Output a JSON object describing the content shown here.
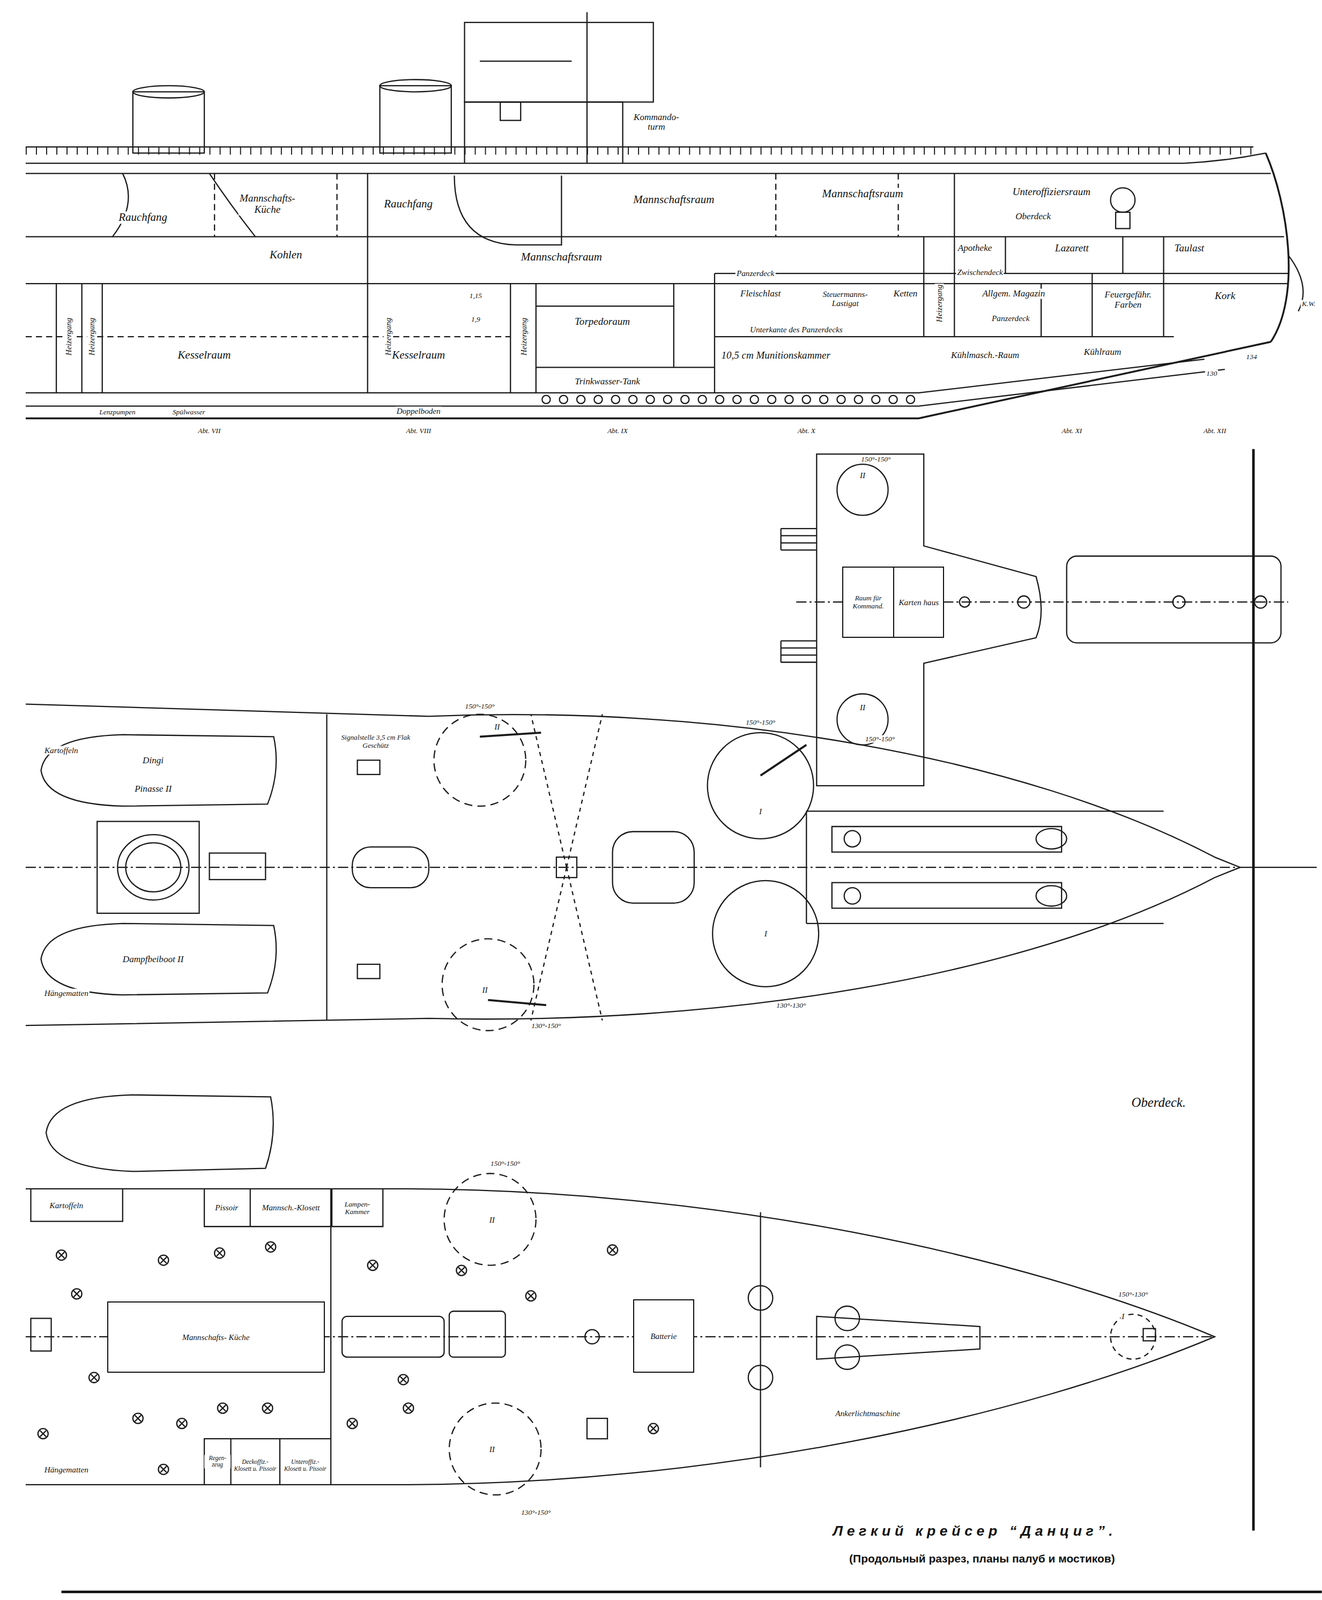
{
  "diagram": {
    "caption": "Легкий крейсер “Данциг”.",
    "nodes": [
      {
        "text": [
          "Raum für Kommand."
        ]
      },
      {
        "text": [
          "Karten haus"
        ]
      },
      {
        "text": [
          "Mannschafts- Küche"
        ]
      },
      {
        "text": [
          "Batterie"
        ]
      }
    ],
    "labels": [
      "Rauchfang",
      "Mannschafts- Küche",
      "Rauchfang",
      "Kohlen",
      "Kommando- turm",
      "Mannschaftsraum",
      "Mannschaftsraum",
      "Unteroffiziersraum",
      "Oberdeck",
      "Mannschaftsraum",
      "Apotheke",
      "Lazarett",
      "Taulast",
      "Zwischendeck",
      "Panzerdeck",
      "Fleischlast",
      "Steuermanns- Lastigat",
      "Ketten",
      "Allgem. Magazin",
      "Feuergefähr. Farben",
      "Kork",
      "Panzerdeck",
      "Torpedoraum",
      "Unterkante des Panzerdecks",
      "10,5 cm Munitionskammer",
      "Kühlmasch.-Raum",
      "Kühlraum",
      "Kesselraum",
      "Kesselraum",
      "Trinkwasser-Tank",
      "Doppelboden",
      "Heizergang",
      "Heizergang",
      "Heizergang",
      "Heizergang",
      "Heizergang",
      "Lenzpumpen",
      "Spülwasser",
      "1,15",
      "1,9",
      "Abt. VII",
      "Abt. VIII",
      "Abt. IX",
      "Abt. X",
      "Abt. XI",
      "Abt. XII",
      "130",
      "134",
      "K.W.",
      "II",
      "II",
      "150°-150°",
      "150°-150°",
      "Kartoffeln",
      "Dingi",
      "Pinasse II",
      "Dampfbeiboot II",
      "Hängematten",
      "Signalstelle 3,5 cm Flak Geschütz",
      "II",
      "II",
      "I",
      "I",
      "150°-150°",
      "130°-150°",
      "150°-150°",
      "130°-130°",
      "Oberdeck.",
      "Kartoffeln",
      "Pissoir",
      "Mannsch.-Klosett",
      "Lampen- Kammer",
      "Ankerlichtmaschine",
      "Hängematten",
      "Regen- zeug",
      "Deckoffiz.- Klosett u. Pissoir",
      "Unteroffiz.- Klosett u. Pissoir",
      "II",
      "II",
      "I",
      "150°-150°",
      "130°-150°",
      "150°-130°",
      "(Продольный разрез, планы палуб и мостиков)"
    ]
  }
}
